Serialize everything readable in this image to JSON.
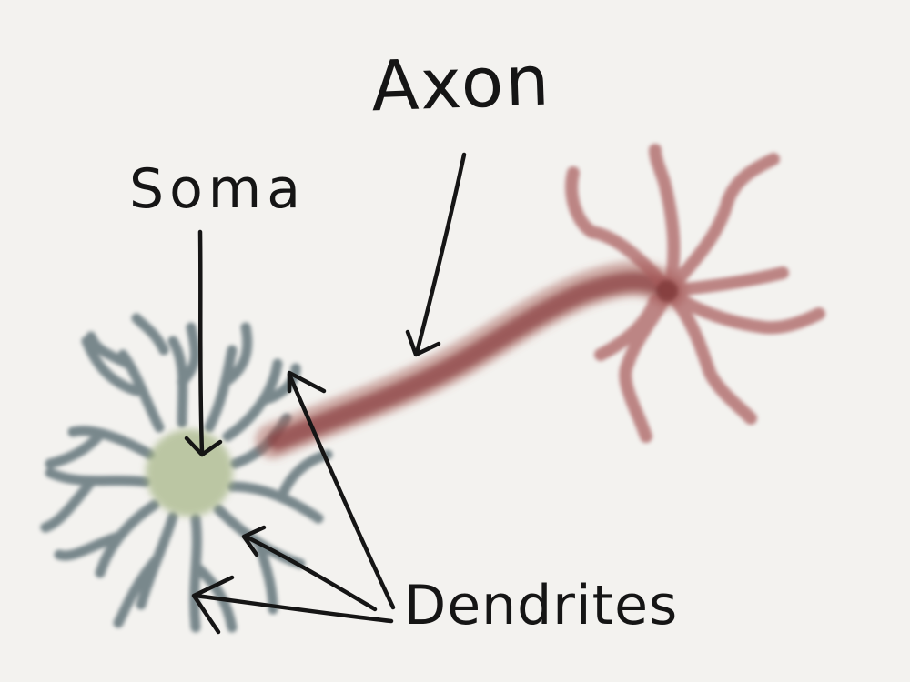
{
  "labels": {
    "axon": "Axon",
    "soma": "Soma",
    "dendrites": "Dendrites"
  },
  "colors": {
    "background": "#f3f2ef",
    "ink": "#151515",
    "dendrite": "#5f7177",
    "soma": "#a9b88a",
    "axon": "#8b3f3f",
    "axon_terminal": "#a85c5c"
  }
}
